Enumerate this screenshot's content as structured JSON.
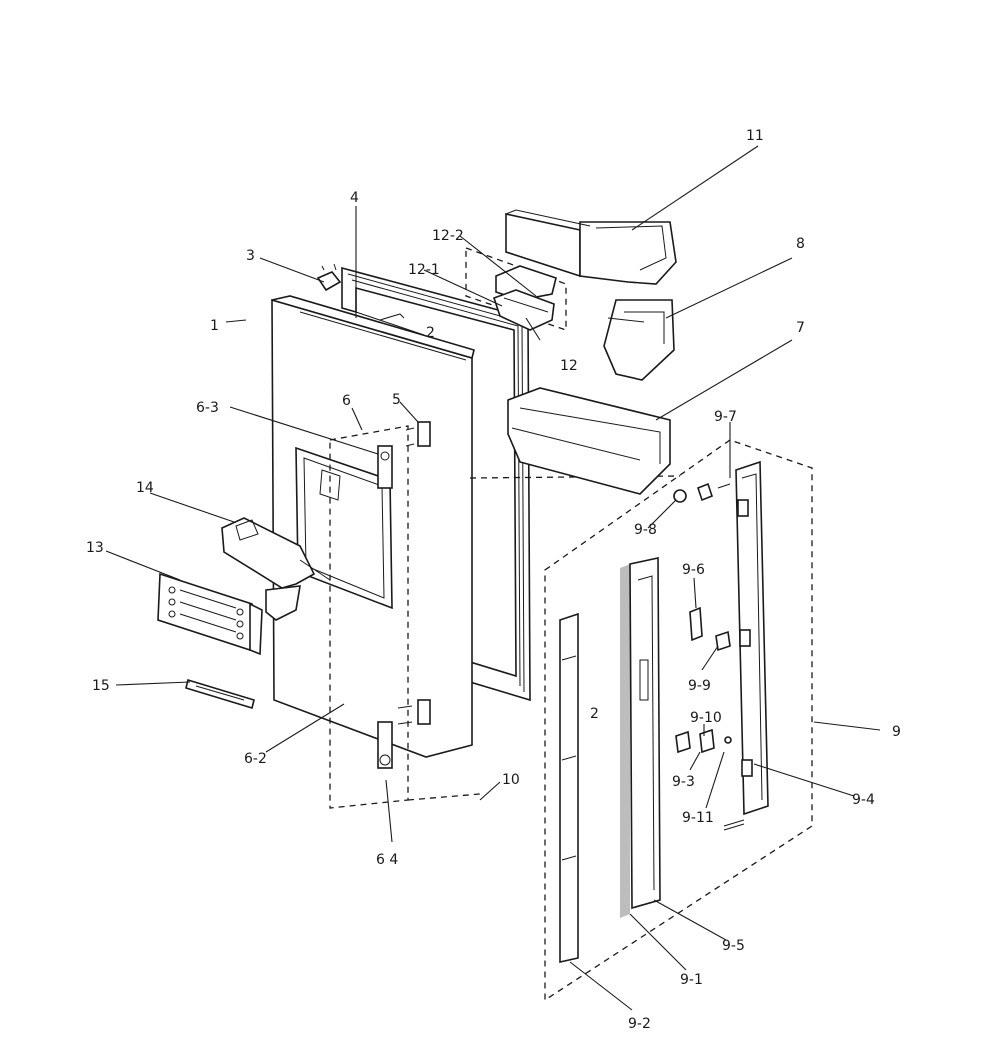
{
  "labels": {
    "p1": "1",
    "p2": "2",
    "p3": "3",
    "p4": "4",
    "p5": "5",
    "p6": "6",
    "p6_2": "6-2",
    "p6_3": "6-3",
    "p6_4": "6 4",
    "p7": "7",
    "p8": "8",
    "p9": "9",
    "p9_1": "9-1",
    "p9_2": "9-2",
    "p9_2b": "2",
    "p9_3": "9-3",
    "p9_4": "9-4",
    "p9_5": "9-5",
    "p9_6": "9-6",
    "p9_7": "9-7",
    "p9_8": "9-8",
    "p9_9": "9-9",
    "p9_10": "9-10",
    "p9_11": "9-11",
    "p10": "10",
    "p11": "11",
    "p12": "12",
    "p12_1": "12-1",
    "p12_2": "12-2",
    "p13": "13",
    "p14": "14",
    "p15": "15"
  }
}
